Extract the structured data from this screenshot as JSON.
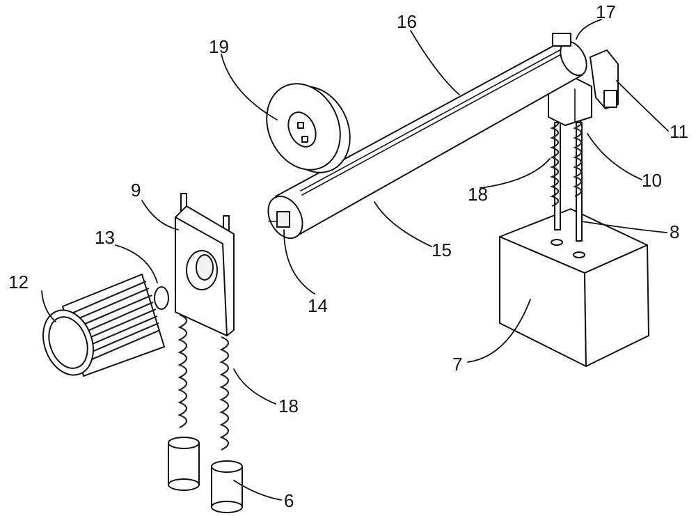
{
  "labels": {
    "l6": "6",
    "l7": "7",
    "l8": "8",
    "l9": "9",
    "l10": "10",
    "l11": "11",
    "l12": "12",
    "l13": "13",
    "l14": "14",
    "l15": "15",
    "l16": "16",
    "l17": "17",
    "l18a": "18",
    "l18b": "18",
    "l19": "19"
  }
}
